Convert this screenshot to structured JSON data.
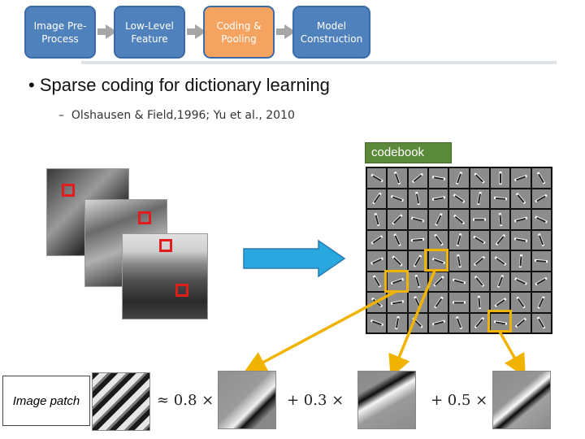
{
  "pipeline": {
    "step1": "Image Pre-Process",
    "step2": "Low-Level Feature",
    "step3": "Coding & Pooling",
    "step4": "Model Construction"
  },
  "bullet": "Sparse coding for dictionary learning",
  "sub_bullet": "Olshausen & Field,1996; Yu et al., 2010",
  "codebook_label": "codebook",
  "image_patch_label": "Image patch",
  "equation": {
    "approx": "≈ 0.8 ×",
    "plus1": "+ 0.3 ×",
    "plus2": "+ 0.5 ×"
  },
  "colors": {
    "pipeline_blue": "#4f81bd",
    "pipeline_orange": "#f4a460",
    "highlight_red": "#e01c1c",
    "highlight_orange": "#f0b400",
    "arrow_blue": "#29a8e0",
    "codebook_green": "#5a8a3a"
  }
}
